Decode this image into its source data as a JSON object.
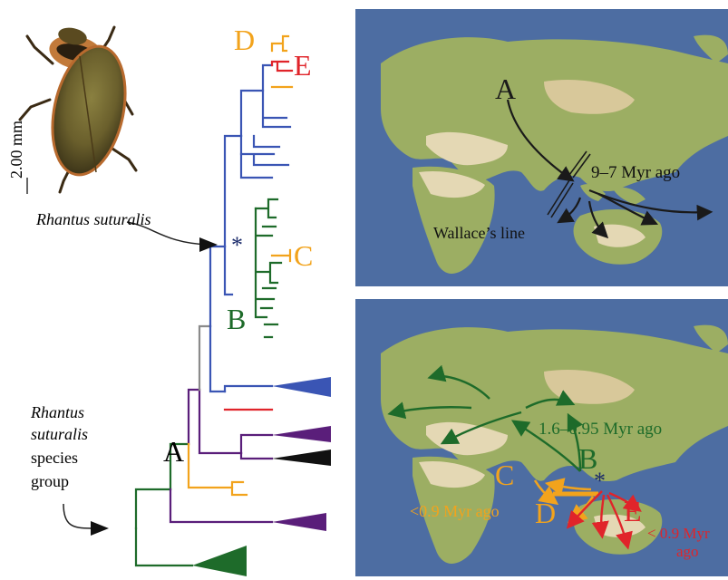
{
  "beetle": {
    "scale_label": "2.00 mm"
  },
  "tree": {
    "taxon_label": "Rhantus suturalis",
    "group_label_lines": [
      "Rhantus",
      "suturalis",
      "species",
      "group"
    ],
    "asterisk": "*",
    "node_labels": {
      "A": "A",
      "B": "B",
      "C": "C",
      "D": "D",
      "E": "E"
    }
  },
  "map_top": {
    "label_A": "A",
    "date_label": "9–7 Myr ago",
    "wallace_label": "Wallace’s line"
  },
  "map_bottom": {
    "date_B": "1.6–0.95 Myr ago",
    "label_B": "B",
    "label_C": "C",
    "label_D": "D",
    "label_E": "E",
    "asterisk": "*",
    "date_CD": "<0.9 Myr ago",
    "date_E_line1": "< 0.9 Myr",
    "date_E_line2": "ago"
  },
  "colors": {
    "blue": "#3a55b4",
    "green": "#1e6b2a",
    "orange": "#f2a31c",
    "red": "#e0242a",
    "purple": "#5a1e7a",
    "black": "#111111",
    "ocean": "#4d6da2",
    "land": "#9cae63",
    "desert": "#e4d8b4",
    "arrow": "#1a1a1a"
  }
}
